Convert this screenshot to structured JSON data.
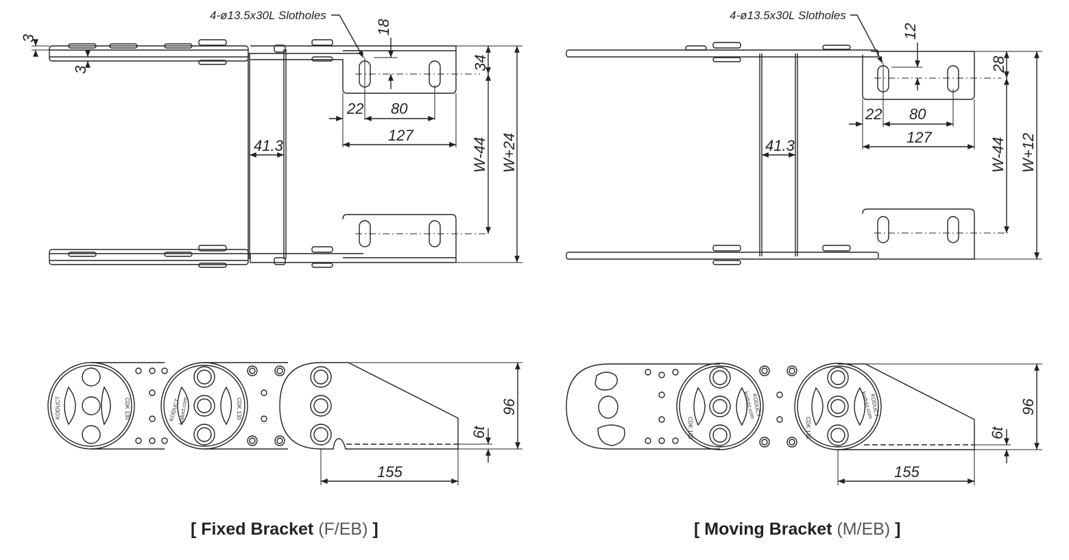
{
  "fixed": {
    "slot_note": "4-ø13.5x30L Slotholes",
    "d_top_thickness": "3",
    "d_bot_thickness": "3",
    "d_slot_offset": "18",
    "d_edge": "34",
    "d_22": "22",
    "d_80": "80",
    "d_127": "127",
    "d_41": "41.3",
    "d_w44": "W-44",
    "d_wplus": "W+24",
    "d_96": "96",
    "d_6t": "6t",
    "d_155": "155",
    "caption_main": "Fixed Bracket",
    "caption_code": "(F/EB)"
  },
  "moving": {
    "slot_note": "4-ø13.5x30L Slotholes",
    "d_slot_offset": "12",
    "d_edge": "28",
    "d_22": "22",
    "d_80": "80",
    "d_127": "127",
    "d_41": "41.3",
    "d_w44": "W-44",
    "d_wplus": "W+12",
    "d_96": "96",
    "d_6t": "6t",
    "d_155": "155",
    "caption_main": "Moving Bracket",
    "caption_code": "(M/EB)"
  },
  "logo": {
    "brand": "KODUCT",
    "web": "koduct.com",
    "model": "CDK 130"
  }
}
